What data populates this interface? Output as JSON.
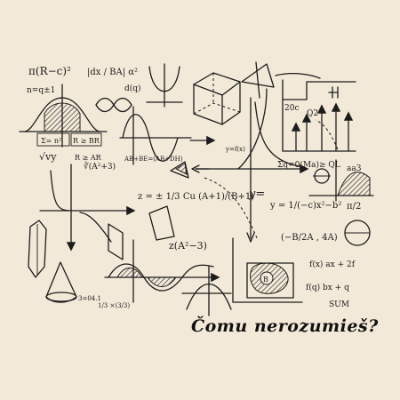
{
  "caption": "Čomu nerozumieš?",
  "colors": {
    "background": "#f3e9d8",
    "ink": "#1c1c1c"
  },
  "formulas": {
    "pi_r": "π(R−c)²",
    "n_eq": "n=q±1",
    "abs_ba": "|dx / BA| α²",
    "dq": "d(q)",
    "sum_n": "Σ= n²",
    "r_br": "R ≥ BR",
    "sqrt_y": "√vy",
    "r_ar": "R ≥ AR",
    "ab_eq": "AB+BE=(AB+DH)",
    "cube_root": "∛(A²+3)",
    "y_fx": "y=f(x)",
    "fraction": "z = ± 1/3 Cu (A+1)/(B+1)",
    "z_a": "z(A²−3)",
    "y_eq": "y = 1/(−c)x²−b²",
    "b_frac": "(−B/2A , 4A)",
    "fx_ax": "f(x) ax + 2f",
    "fq": "f(q) bx + q",
    "sum": "SUM",
    "sigma_q": "Σq=0(Ma)≥ QL",
    "q2": "Q2",
    "coord_20c": "20c",
    "pi_2": "π/2",
    "aa3": "aa3",
    "num_3041": "3=04.1",
    "small_frac": "1/3 ×(3/3)"
  }
}
